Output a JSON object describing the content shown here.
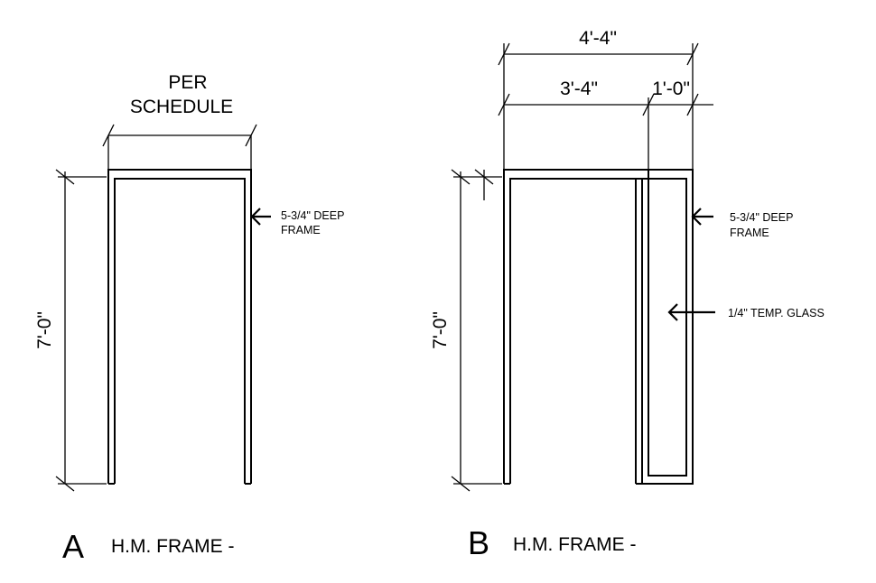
{
  "frame_a": {
    "letter": "A",
    "title": "H.M. FRAME -",
    "width_label_line1": "PER",
    "width_label_line2": "SCHEDULE",
    "height_label": "7'-0\"",
    "note_frame_line1": "5-3/4\" DEEP",
    "note_frame_line2": "FRAME"
  },
  "frame_b": {
    "letter": "B",
    "title": "H.M.  FRAME -",
    "overall_width_label": "4'-4\"",
    "door_width_label": "3'-4\"",
    "sidelight_width_label": "1'-0\"",
    "height_label": "7'-0\"",
    "note_frame_line1": "5-3/4\" DEEP",
    "note_frame_line2": "FRAME",
    "note_glass": "1/4\" TEMP. GLASS"
  }
}
